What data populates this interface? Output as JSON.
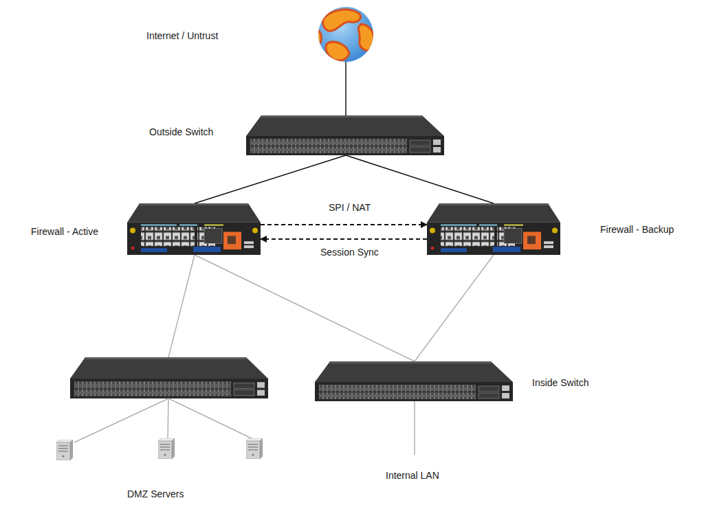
{
  "diagram": {
    "nodes": [
      {
        "text": [
          "Internet / Untrust"
        ]
      },
      {
        "text": [
          "Outside Switch"
        ]
      },
      {
        "text": [
          "Firewall - Active"
        ]
      },
      {
        "text": [
          "Firewall - Backup"
        ]
      },
      {
        "text": [
          "DMZ Servers"
        ]
      },
      {
        "text": [
          "Inside Switch"
        ]
      },
      {
        "text": [
          "Internal LAN"
        ]
      }
    ],
    "edges": [
      {
        "from": 0,
        "to": 1,
        "arrow": "none"
      },
      {
        "from": 1,
        "to": 2,
        "arrow": "none"
      },
      {
        "from": 1,
        "to": 3,
        "arrow": "none"
      },
      {
        "from": 2,
        "to": 3,
        "label": "SPI / NAT",
        "arrow": "to"
      },
      {
        "from": 3,
        "to": 2,
        "label": "Session Sync",
        "arrow": "to"
      },
      {
        "from": 2,
        "to": 4,
        "arrow": "none"
      },
      {
        "from": 2,
        "to": 5,
        "arrow": "none"
      },
      {
        "from": 3,
        "to": 5,
        "arrow": "none"
      },
      {
        "from": 5,
        "to": 6,
        "arrow": "none"
      }
    ]
  }
}
